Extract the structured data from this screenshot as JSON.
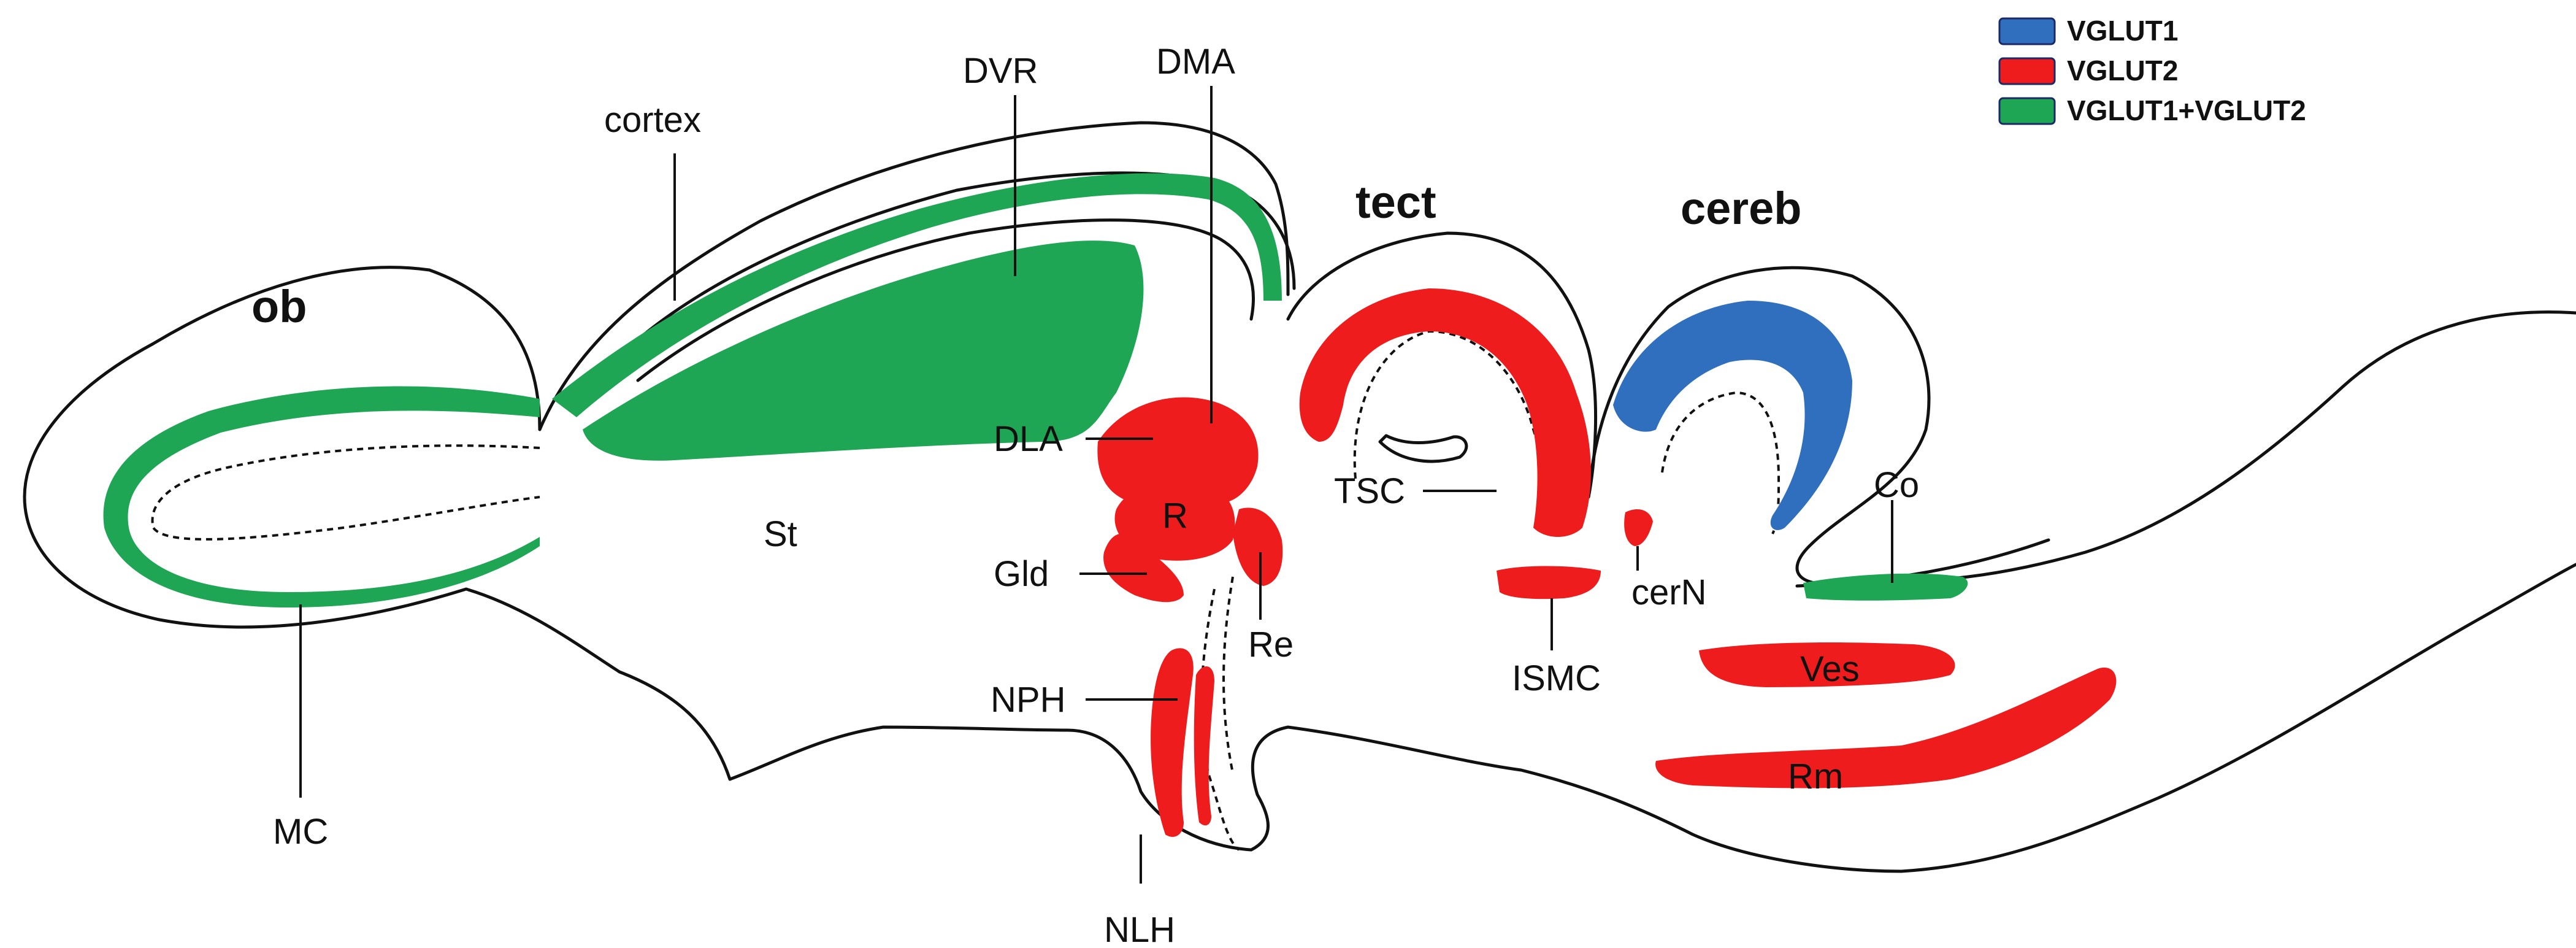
{
  "colors": {
    "vglut1": "#2f6fbd",
    "vglut2": "#ee1c1c",
    "vglut1_vglut2": "#1ea655",
    "outline": "#111111"
  },
  "legend": [
    {
      "key": "vglut1",
      "label": "VGLUT1"
    },
    {
      "key": "vglut2",
      "label": "VGLUT2"
    },
    {
      "key": "vglut1_vglut2",
      "label": "VGLUT1+VGLUT2"
    }
  ],
  "region_titles": {
    "ob": "ob",
    "tect": "tect",
    "cereb": "cereb"
  },
  "labels": {
    "cortex": "cortex",
    "dvr": "DVR",
    "dma": "DMA",
    "dla": "DLA",
    "r": "R",
    "gld": "Gld",
    "re": "Re",
    "st": "St",
    "npH": "NPH",
    "nlh": "NLH",
    "mc": "MC",
    "tsc": "TSC",
    "ismc": "ISMC",
    "cern": "cerN",
    "co": "Co",
    "ves": "Ves",
    "rm": "Rm"
  }
}
